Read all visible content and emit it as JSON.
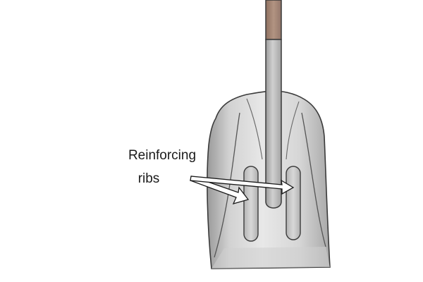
{
  "figure": {
    "subject": "shovel-with-reinforcing-ribs",
    "callout": {
      "line1": "Reinforcing",
      "line2": "ribs"
    }
  },
  "colors": {
    "background": "#ffffff",
    "blade_light": "#e4e4e4",
    "blade_mid": "#c4c4c4",
    "blade_dark": "#8c8c8c",
    "shaft": "#b8b8b8",
    "handle_wood": "#a88872",
    "outline": "#3a3a3a",
    "arrow_fill": "#ffffff"
  },
  "icons": {
    "shovel": "shovel-illustration",
    "arrow_left": "arrow-pointer-icon",
    "arrow_right": "arrow-pointer-icon"
  }
}
